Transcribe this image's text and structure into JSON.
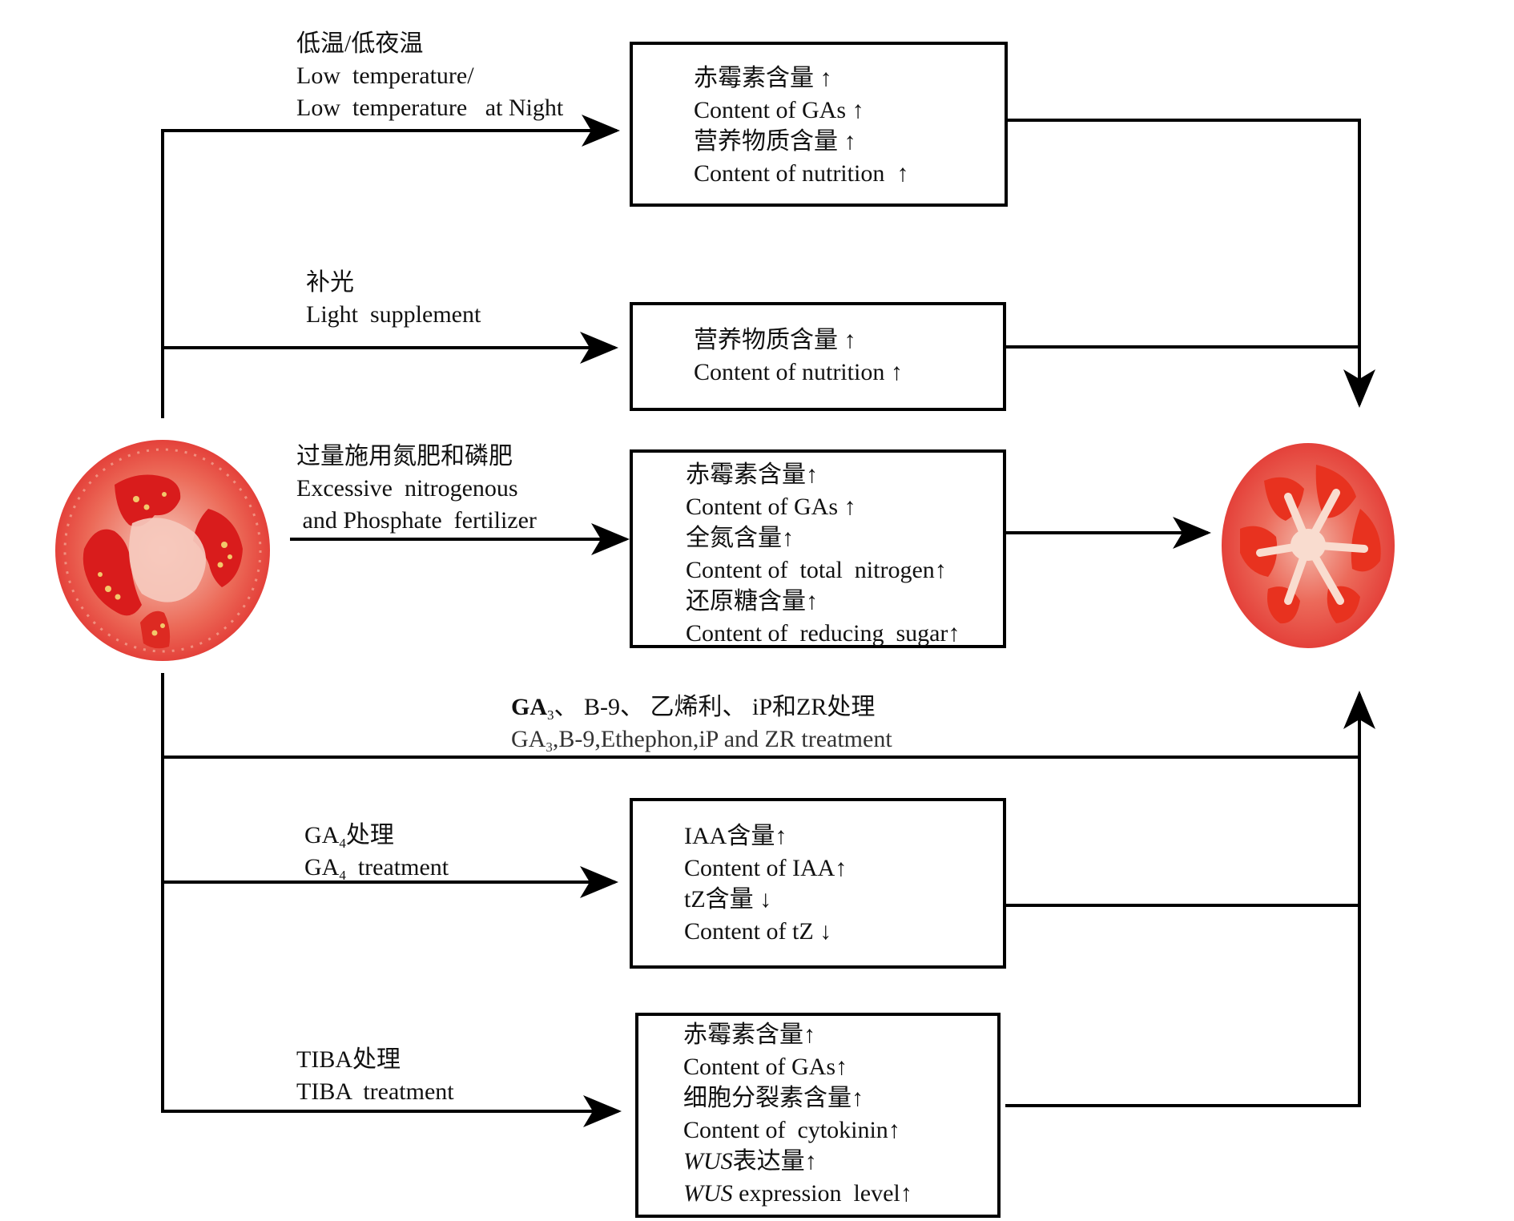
{
  "figure": {
    "source_fruit": {
      "name": "tomato-slice-input",
      "icon": "tomato-slice-icon"
    },
    "result_fruit": {
      "name": "tomato-slice-output",
      "icon": "tomato-slice-icon"
    },
    "colors": {
      "line": "#000000",
      "tomato_skin": "#e8453a",
      "tomato_flesh": "#ef6a5c",
      "tomato_locule": "#d91c1c",
      "tomato_core": "#f6c9bd",
      "tomato_seed": "#f2c86a"
    }
  },
  "pathways": [
    {
      "id": "low-temp",
      "treatment": {
        "zh": "低温/低夜温",
        "en_lines": [
          "Low  temperature/",
          "Low  temperature   at Night"
        ]
      },
      "effects": [
        "赤霉素含量 ↑",
        "Content of GAs ↑",
        "营养物质含量 ↑",
        "Content of nutrition  ↑"
      ]
    },
    {
      "id": "light",
      "treatment": {
        "zh": "补光",
        "en_lines": [
          "Light  supplement"
        ]
      },
      "effects": [
        "营养物质含量 ↑",
        "Content of nutrition ↑"
      ]
    },
    {
      "id": "fertilizer",
      "treatment": {
        "zh": "过量施用氮肥和磷肥",
        "en_lines": [
          "Excessive  nitrogenous",
          " and Phosphate  fertilizer"
        ]
      },
      "effects": [
        "赤霉素含量↑",
        "Content of GAs ↑",
        "全氮含量↑",
        "Content of  total  nitrogen↑",
        "还原糖含量↑",
        "Content of  reducing  sugar↑"
      ]
    },
    {
      "id": "ga3-mix",
      "treatment": {
        "zh_parts": [
          "GA",
          "3",
          "、 B-9、 乙烯利、 iP和ZR处理"
        ],
        "en_parts": [
          "GA",
          "3",
          ",B-9,Ethephon,iP and ZR treatment"
        ]
      },
      "effects": []
    },
    {
      "id": "ga4",
      "treatment": {
        "zh_parts": [
          "GA",
          "4",
          "处理"
        ],
        "en_parts": [
          "GA",
          "4",
          "  treatment"
        ]
      },
      "effects": [
        "IAA含量↑",
        "Content of IAA↑",
        "tZ含量 ↓",
        "Content of tZ ↓"
      ]
    },
    {
      "id": "tiba",
      "treatment": {
        "zh": "TIBA处理",
        "en_lines": [
          "TIBA  treatment"
        ]
      },
      "effects": [
        "赤霉素含量↑",
        "Content of GAs↑",
        "细胞分裂素含量↑",
        "Content of  cytokinin↑"
      ],
      "effects_italic": [
        {
          "italic": "WUS",
          "rest": "表达量↑"
        },
        {
          "italic": "WUS",
          "rest": " expression  level↑"
        }
      ]
    }
  ]
}
